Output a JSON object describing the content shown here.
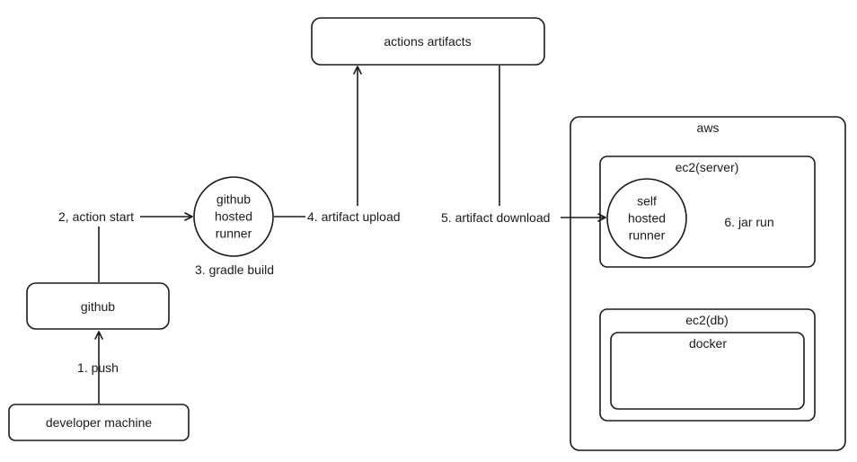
{
  "nodes": {
    "actions_artifacts": "actions artifacts",
    "aws": "aws",
    "ec2_server": "ec2(server)",
    "self_hosted_runner": [
      "self",
      "hosted",
      "runner"
    ],
    "jar_run": "6. jar run",
    "ec2_db": "ec2(db)",
    "docker": "docker",
    "github_hosted_runner": [
      "github",
      "hosted",
      "runner"
    ],
    "github": "github",
    "developer_machine": "developer machine"
  },
  "edges": {
    "push": "1. push",
    "action_start": "2, action start",
    "gradle_build": "3. gradle build",
    "artifact_upload": "4. artifact upload",
    "artifact_download": "5. artifact download"
  },
  "colors": {
    "stroke": "#1a1a1a",
    "background": "#ffffff"
  }
}
